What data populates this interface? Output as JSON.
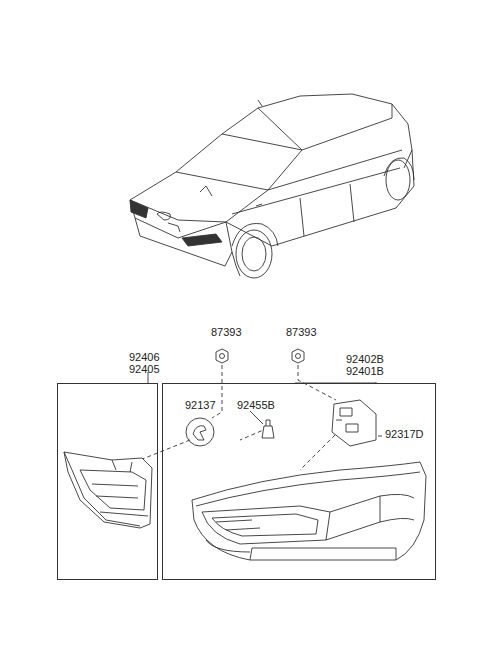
{
  "diagram": {
    "nodes": [
      {
        "text": [
          "92406",
          "92405"
        ]
      },
      {
        "text": [
          "92402B",
          "92401B"
        ]
      }
    ],
    "labels": [
      "87393",
      "87393",
      "92137",
      "92455B",
      "92317D"
    ]
  }
}
